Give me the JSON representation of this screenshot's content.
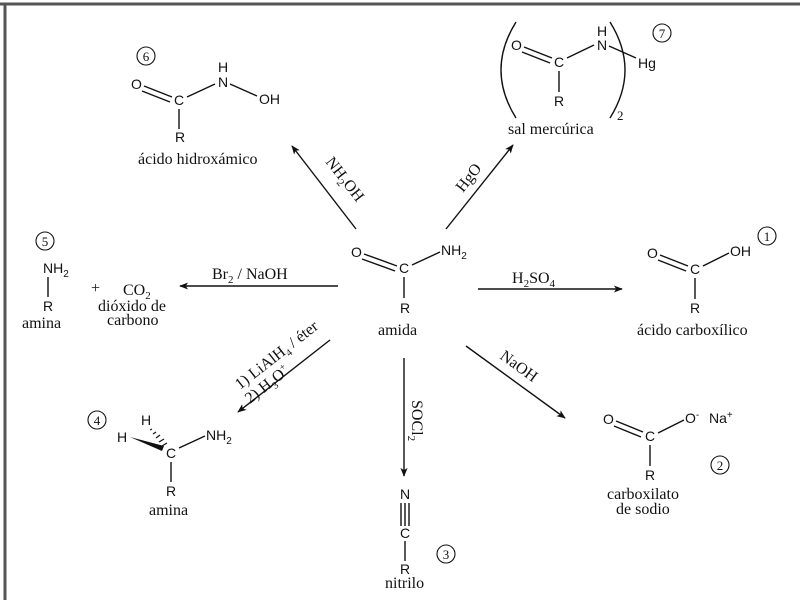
{
  "diagram": {
    "type": "reaction-scheme",
    "center": {
      "name": "amida",
      "atoms": {
        "o": "O",
        "c": "C",
        "nh2": "NH",
        "nh2_sub": "2",
        "r": "R"
      }
    },
    "products": [
      {
        "number": "1",
        "name": "ácido carboxílico",
        "reagent": {
          "base": "H",
          "sub1": "2",
          "mid": "SO",
          "sub2": "4"
        },
        "atoms": {
          "o": "O",
          "c": "C",
          "oh": "OH",
          "r": "R"
        }
      },
      {
        "number": "2",
        "name_line1": "carboxilato",
        "name_line2": "de sodio",
        "reagent": {
          "text": "NaOH"
        },
        "atoms": {
          "o": "O",
          "c": "C",
          "ominus": "O",
          "minus": "-",
          "na": "Na",
          "plus": "+",
          "r": "R"
        }
      },
      {
        "number": "3",
        "name": "nitrilo",
        "reagent": {
          "base": "SOCl",
          "sub": "2"
        },
        "atoms": {
          "n": "N",
          "c": "C",
          "r": "R"
        }
      },
      {
        "number": "4",
        "name": "amina",
        "reagent": {
          "line1_a": "1) LiAlH",
          "line1_sub": "4",
          "line1_b": " / éter",
          "line2_a": "2) H",
          "line2_sub": "3",
          "line2_b": "O",
          "line2_sup": "+"
        },
        "atoms": {
          "h1": "H",
          "h2": "H",
          "c": "C",
          "nh2": "NH",
          "nh2_sub": "2",
          "r": "R"
        }
      },
      {
        "number": "5",
        "name": "amina",
        "coproduct": {
          "plus": "+",
          "formula": "CO",
          "formula_sub": "2",
          "name_line1": "dióxido de",
          "name_line2": "carbono"
        },
        "reagent": {
          "a": "Br",
          "sub": "2",
          "b": " / NaOH"
        },
        "atoms": {
          "nh2": "NH",
          "nh2_sub": "2",
          "r": "R"
        }
      },
      {
        "number": "6",
        "name": "ácido hidroxámico",
        "reagent": {
          "a": "NH",
          "sub": "2",
          "b": "OH"
        },
        "atoms": {
          "o": "O",
          "c": "C",
          "h": "H",
          "n": "N",
          "oh": "OH",
          "r": "R"
        }
      },
      {
        "number": "7",
        "name": "sal mercúrica",
        "reagent": {
          "text": "HgO"
        },
        "atoms": {
          "o": "O",
          "c": "C",
          "h": "H",
          "n": "N",
          "hg": "Hg",
          "r": "R",
          "count": "2"
        }
      }
    ]
  }
}
